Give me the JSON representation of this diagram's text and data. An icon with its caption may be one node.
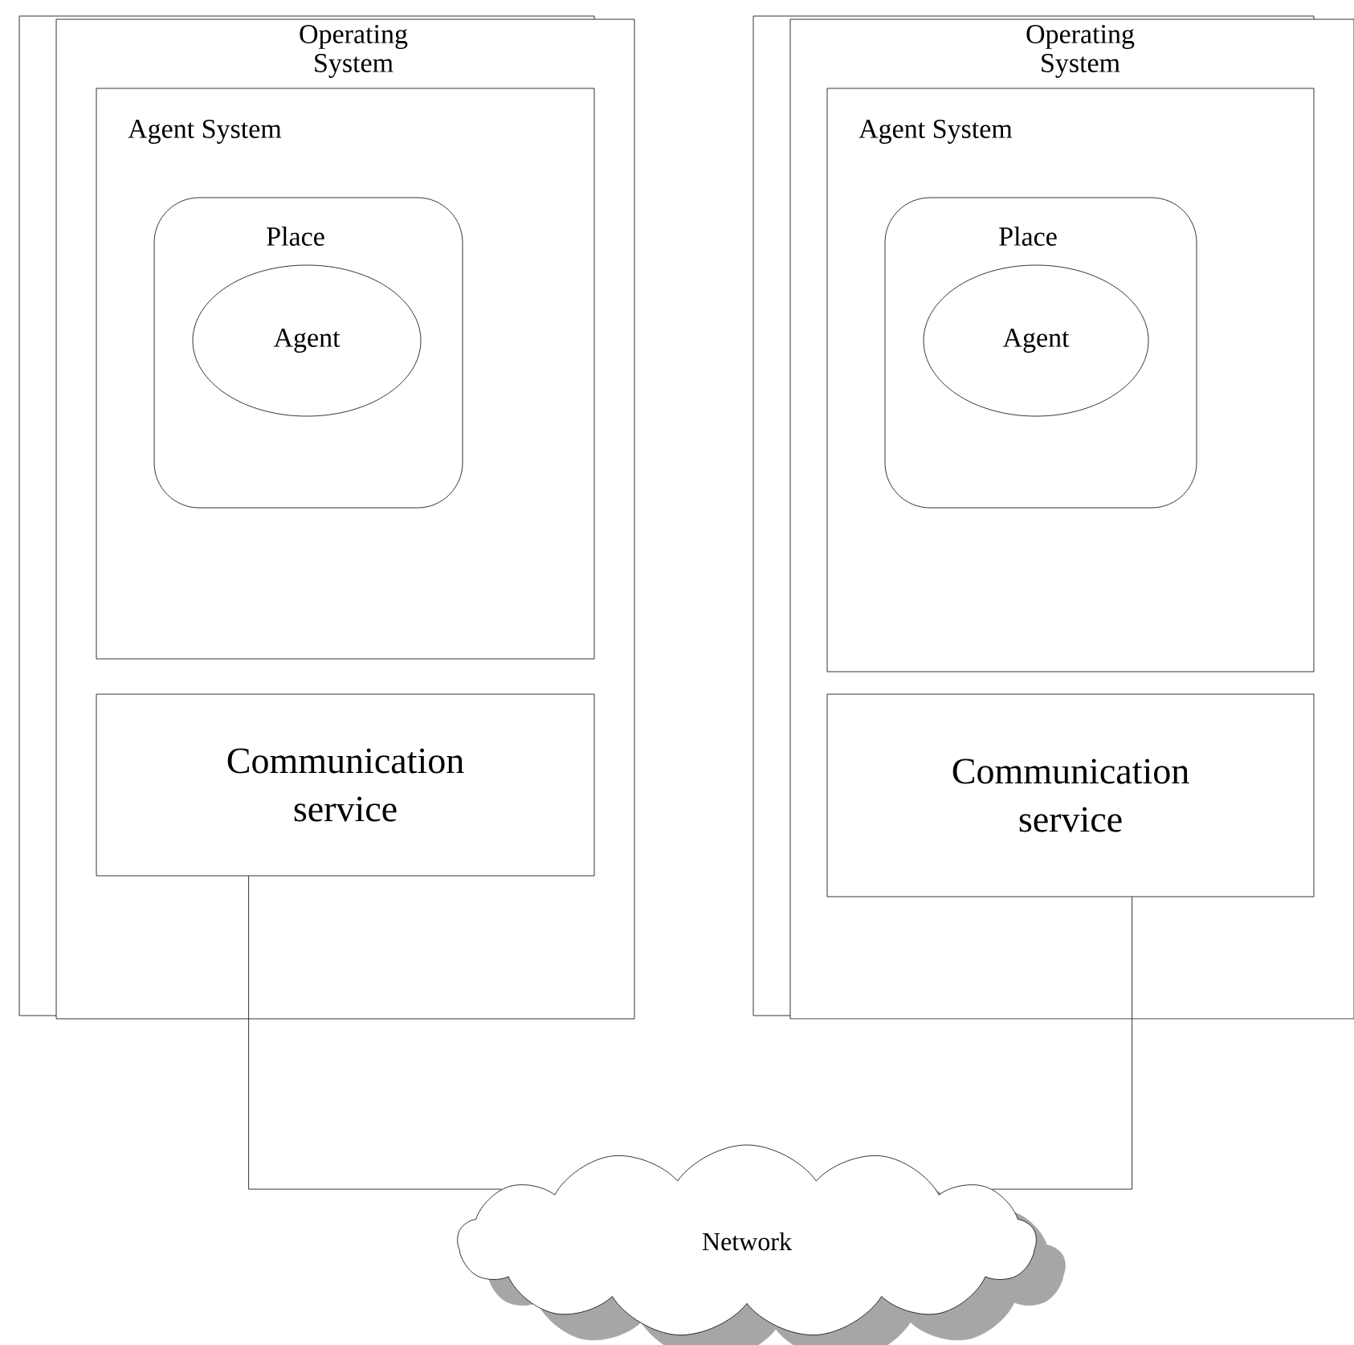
{
  "diagram": {
    "nodes": [
      {
        "text": [
          "Operating System"
        ]
      },
      {
        "text": [
          "Agent System"
        ],
        "in": 0
      },
      {
        "text": [
          "Place"
        ],
        "in": 1
      },
      {
        "text": [
          "Agent"
        ],
        "in": 2
      },
      {
        "text": [
          "Communication service"
        ],
        "in": 0
      },
      {
        "text": [
          "Operating System"
        ]
      },
      {
        "text": [
          "Agent System"
        ],
        "in": 5
      },
      {
        "text": [
          "Place"
        ],
        "in": 6
      },
      {
        "text": [
          "Agent"
        ],
        "in": 7
      },
      {
        "text": [
          "Communication service"
        ],
        "in": 5
      },
      {
        "text": [
          "Network"
        ]
      }
    ],
    "edges": [
      {
        "from": 4,
        "to": 10,
        "arrow": "none"
      },
      {
        "from": 9,
        "to": 10,
        "arrow": "none"
      }
    ]
  }
}
